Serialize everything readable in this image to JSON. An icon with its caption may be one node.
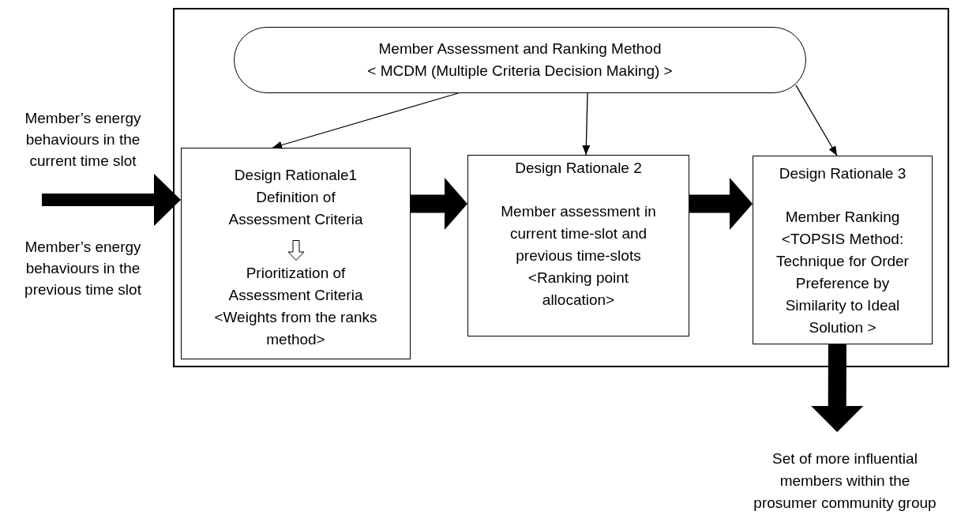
{
  "diagram": {
    "nodes": [
      {
        "text": [],
        "shape": "box"
      },
      {
        "text": [
          "Member Assessment and Ranking Method",
          "< MCDM (Multiple Criteria Decision Making) >"
        ],
        "in": 0
      },
      {
        "text": [
          "Design Rationale1",
          "Definition of Assessment Criteria",
          "Prioritization of Assessment Criteria <Weights from the ranks method>"
        ],
        "in": 0
      },
      {
        "text": [
          "Design Rationale 2",
          "Member assessment in current time-slot and previous time-slots <Ranking point allocation>"
        ],
        "in": 0
      },
      {
        "text": [
          "Design Rationale 3",
          "Member Ranking <TOPSIS Method: Technique for Order Preference by Similarity to Ideal Solution >"
        ],
        "in": 0
      },
      {
        "text": [
          "Set of more influential members within the prosumer community group"
        ]
      }
    ],
    "edges": [
      {
        "from": 1,
        "to": 2,
        "arrow": "to"
      },
      {
        "from": 1,
        "to": 3,
        "arrow": "to"
      },
      {
        "from": 1,
        "to": 4,
        "arrow": "to"
      },
      {
        "from": null,
        "to": 2,
        "arrow": "to",
        "style": "thick"
      },
      {
        "from": 2,
        "to": 3,
        "arrow": "to",
        "style": "thick"
      },
      {
        "from": 3,
        "to": 4,
        "arrow": "to",
        "style": "thick"
      },
      {
        "from": 4,
        "to": 5,
        "arrow": "to",
        "style": "thick"
      }
    ],
    "labels": [
      "Member’s energy behaviours in the current time slot",
      "Member’s energy behaviours in the previous time slot"
    ]
  }
}
